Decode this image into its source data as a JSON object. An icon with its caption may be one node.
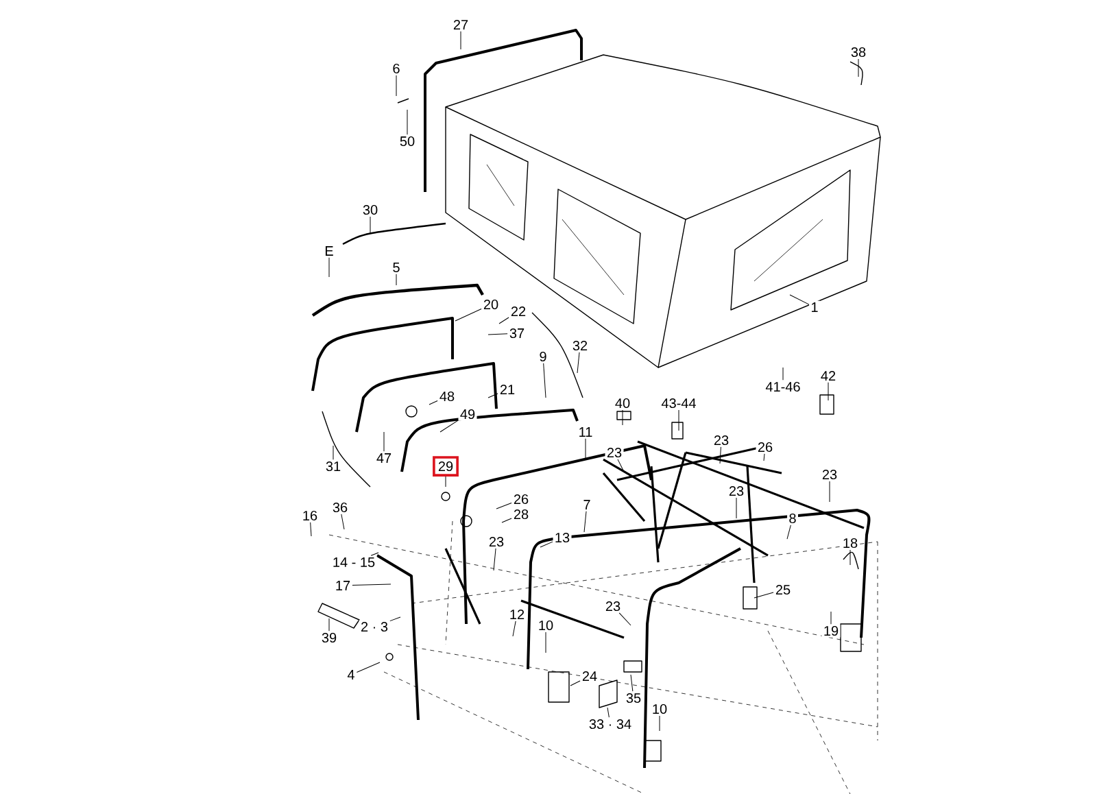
{
  "diagram": {
    "nodes": [
      {
        "text": [
          "27"
        ]
      },
      {
        "text": [
          "6"
        ]
      },
      {
        "text": [
          "50"
        ]
      },
      {
        "text": [
          "38"
        ]
      },
      {
        "text": [
          "30"
        ]
      },
      {
        "text": [
          "E"
        ]
      },
      {
        "text": [
          "5"
        ]
      },
      {
        "text": [
          "20"
        ]
      },
      {
        "text": [
          "22"
        ]
      },
      {
        "text": [
          "37"
        ]
      },
      {
        "text": [
          "1"
        ]
      },
      {
        "text": [
          "32"
        ]
      },
      {
        "text": [
          "9"
        ]
      },
      {
        "text": [
          "21"
        ]
      },
      {
        "text": [
          "48"
        ]
      },
      {
        "text": [
          "49"
        ]
      },
      {
        "text": [
          "47"
        ]
      },
      {
        "text": [
          "31"
        ]
      },
      {
        "text": [
          "29"
        ]
      },
      {
        "text": [
          "11"
        ]
      },
      {
        "text": [
          "41-46"
        ]
      },
      {
        "text": [
          "42"
        ]
      },
      {
        "text": [
          "40"
        ]
      },
      {
        "text": [
          "43-44"
        ]
      },
      {
        "text": [
          "23"
        ]
      },
      {
        "text": [
          "23"
        ]
      },
      {
        "text": [
          "26"
        ]
      },
      {
        "text": [
          "23"
        ]
      },
      {
        "text": [
          "23"
        ]
      },
      {
        "text": [
          "8"
        ]
      },
      {
        "text": [
          "26"
        ]
      },
      {
        "text": [
          "28"
        ]
      },
      {
        "text": [
          "13"
        ]
      },
      {
        "text": [
          "7"
        ]
      },
      {
        "text": [
          "23"
        ]
      },
      {
        "text": [
          "16"
        ]
      },
      {
        "text": [
          "36"
        ]
      },
      {
        "text": [
          "14 - 15"
        ]
      },
      {
        "text": [
          "17"
        ]
      },
      {
        "text": [
          "18"
        ]
      },
      {
        "text": [
          "25"
        ]
      },
      {
        "text": [
          "23"
        ]
      },
      {
        "text": [
          "39"
        ]
      },
      {
        "text": [
          "2 · 3"
        ]
      },
      {
        "text": [
          "12"
        ]
      },
      {
        "text": [
          "10"
        ]
      },
      {
        "text": [
          "19"
        ]
      },
      {
        "text": [
          "4"
        ]
      },
      {
        "text": [
          "24"
        ]
      },
      {
        "text": [
          "35"
        ]
      },
      {
        "text": [
          "33 · 34"
        ]
      },
      {
        "text": [
          "10"
        ]
      }
    ],
    "edges": [
      {
        "from": 0,
        "to": null,
        "arrow": "none"
      },
      {
        "from": 1,
        "to": null,
        "arrow": "none"
      },
      {
        "from": 2,
        "to": null,
        "arrow": "none"
      },
      {
        "from": 3,
        "to": null,
        "arrow": "none"
      },
      {
        "from": 4,
        "to": null,
        "arrow": "none"
      },
      {
        "from": 5,
        "to": null,
        "arrow": "none"
      },
      {
        "from": 6,
        "to": null,
        "arrow": "none"
      },
      {
        "from": 7,
        "to": null,
        "arrow": "none"
      },
      {
        "from": 8,
        "to": null,
        "arrow": "none"
      },
      {
        "from": 9,
        "to": null,
        "arrow": "none"
      },
      {
        "from": 10,
        "to": null,
        "arrow": "none"
      },
      {
        "from": 11,
        "to": null,
        "arrow": "none"
      },
      {
        "from": 12,
        "to": null,
        "arrow": "none"
      },
      {
        "from": 13,
        "to": null,
        "arrow": "none"
      },
      {
        "from": 14,
        "to": null,
        "arrow": "none"
      },
      {
        "from": 15,
        "to": null,
        "arrow": "none"
      },
      {
        "from": 16,
        "to": null,
        "arrow": "none"
      },
      {
        "from": 17,
        "to": null,
        "arrow": "none"
      },
      {
        "from": 18,
        "to": null,
        "arrow": "none"
      },
      {
        "from": 19,
        "to": null,
        "arrow": "none"
      },
      {
        "from": 20,
        "to": null,
        "arrow": "none"
      },
      {
        "from": 21,
        "to": null,
        "arrow": "none"
      },
      {
        "from": 22,
        "to": null,
        "arrow": "none"
      },
      {
        "from": 23,
        "to": null,
        "arrow": "none"
      },
      {
        "from": 24,
        "to": null,
        "arrow": "none"
      },
      {
        "from": 25,
        "to": null,
        "arrow": "none"
      },
      {
        "from": 26,
        "to": null,
        "arrow": "none"
      },
      {
        "from": 27,
        "to": null,
        "arrow": "none"
      },
      {
        "from": 28,
        "to": null,
        "arrow": "none"
      },
      {
        "from": 29,
        "to": null,
        "arrow": "none"
      },
      {
        "from": 30,
        "to": null,
        "arrow": "none"
      },
      {
        "from": 31,
        "to": null,
        "arrow": "none"
      },
      {
        "from": 32,
        "to": null,
        "arrow": "none"
      },
      {
        "from": 33,
        "to": null,
        "arrow": "none"
      },
      {
        "from": 34,
        "to": null,
        "arrow": "none"
      },
      {
        "from": 35,
        "to": null,
        "arrow": "none"
      },
      {
        "from": 36,
        "to": null,
        "arrow": "none"
      },
      {
        "from": 37,
        "to": null,
        "arrow": "none"
      },
      {
        "from": 38,
        "to": null,
        "arrow": "none"
      },
      {
        "from": 39,
        "to": null,
        "arrow": "none"
      },
      {
        "from": 40,
        "to": null,
        "arrow": "none"
      },
      {
        "from": 41,
        "to": null,
        "arrow": "none"
      },
      {
        "from": 42,
        "to": null,
        "arrow": "none"
      },
      {
        "from": 43,
        "to": null,
        "arrow": "none"
      },
      {
        "from": 44,
        "to": null,
        "arrow": "none"
      },
      {
        "from": 45,
        "to": null,
        "arrow": "none"
      },
      {
        "from": 46,
        "to": null,
        "arrow": "none"
      },
      {
        "from": 47,
        "to": null,
        "arrow": "none"
      },
      {
        "from": 48,
        "to": null,
        "arrow": "none"
      },
      {
        "from": 49,
        "to": null,
        "arrow": "none"
      },
      {
        "from": 50,
        "to": null,
        "arrow": "none"
      },
      {
        "from": 51,
        "to": null,
        "arrow": "none"
      }
    ]
  }
}
